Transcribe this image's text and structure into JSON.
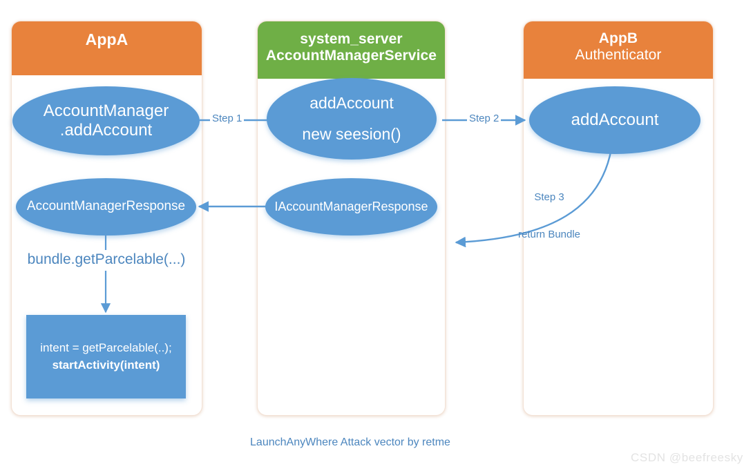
{
  "diagram": {
    "caption": "LaunchAnyWhere Attack vector by retme",
    "watermark": "CSDN @beefreesky",
    "colors": {
      "orange": "#E8823C",
      "green": "#6FAF46",
      "blue": "#5B9BD5",
      "text_blue": "#4C86BE",
      "white": "#FFFFFF"
    }
  },
  "columns": [
    {
      "id": "appa",
      "header_title": "AppA",
      "header_subtitle": "",
      "header_color": "#E8823C"
    },
    {
      "id": "system-server",
      "header_title": "system_server",
      "header_subtitle": "AccountManagerService",
      "header_color": "#6FAF46"
    },
    {
      "id": "appb",
      "header_title": "AppB",
      "header_subtitle": "Authenticator",
      "header_color": "#E8823C"
    }
  ],
  "nodes": {
    "appa_call": {
      "line1": "AccountManager",
      "line2": ".addAccount"
    },
    "server_call": {
      "line1": "addAccount",
      "line2": "new seesion()"
    },
    "appb_call": {
      "line1": "addAccount"
    },
    "appa_response": {
      "line1": "AccountManagerResponse"
    },
    "server_response": {
      "line1": "IAccountManagerResponse"
    },
    "appa_parcelable_label": "bundle.getParcelable(...)",
    "appa_intent_box": {
      "line1": "intent = getParcelable(..);",
      "line2": "startActivity(intent)"
    }
  },
  "connectors": {
    "step1": "Step 1",
    "step2": "Step 2",
    "step3_line1": "Step 3",
    "step3_line2": "return Bundle"
  }
}
